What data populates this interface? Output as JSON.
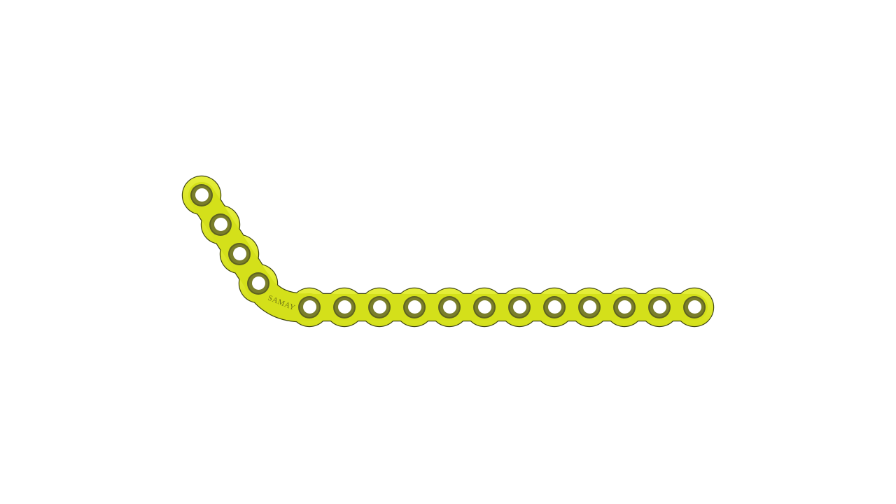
{
  "image": {
    "subject": "bone-plate",
    "background_color": "#ffffff"
  },
  "plate": {
    "brand_mark": "SAMAY",
    "colors": {
      "body": "#d4e01a",
      "body_highlight": "#e6ef3c",
      "outline": "#3d4210",
      "hole_ring": "#7a7e2a",
      "hole_ring_inner": "#5e6220",
      "hole_center": "#ffffff"
    },
    "angled_segment_hole_count": 4,
    "straight_segment_hole_count": 12
  }
}
